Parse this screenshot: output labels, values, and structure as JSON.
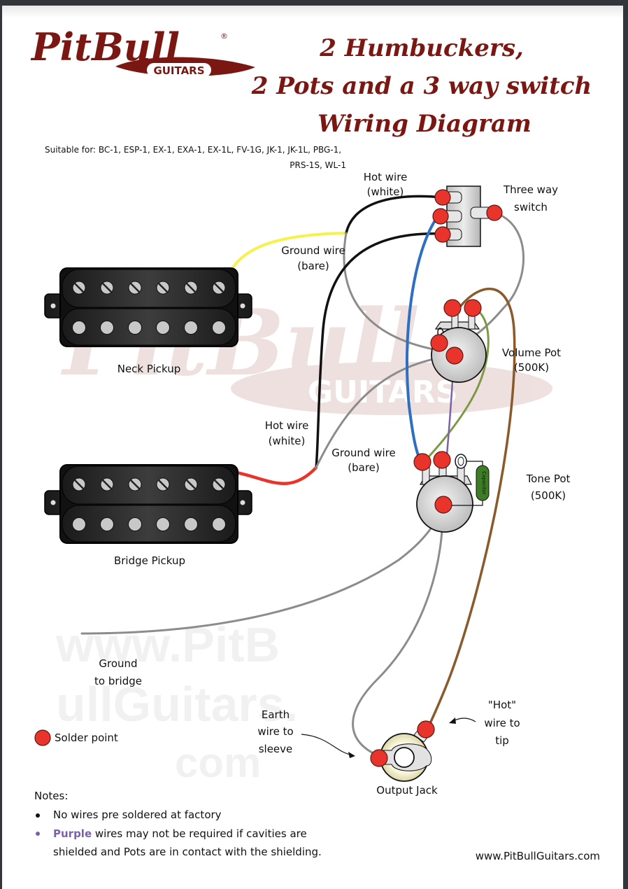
{
  "brand": {
    "logo_text": "PitBull",
    "logo_subtext": "GUITARS",
    "registered_mark": "®",
    "website": "www.PitBullGuitars.com",
    "colors": {
      "brand_red": "#7a1712",
      "solder": "#e8342a"
    }
  },
  "title": {
    "line1": "2 Humbuckers,",
    "line2": "2 Pots and a 3 way switch",
    "line3": "Wiring Diagram"
  },
  "suitable_for": {
    "line1": "Suitable for: BC-1, ESP-1, EX-1, EXA-1, EX-1L, FV-1G, JK-1, JK-1L, PBG-1,",
    "line2": "PRS-1S, WL-1"
  },
  "components": {
    "neck_pickup": "Neck Pickup",
    "bridge_pickup": "Bridge Pickup",
    "switch": {
      "line1": "Three way",
      "line2": "switch"
    },
    "volume_pot": {
      "line1": "Volume Pot",
      "line2": "(500K)"
    },
    "tone_pot": {
      "line1": "Tone Pot",
      "line2": "(500K)"
    },
    "capacitor": "Capacitor",
    "output_jack": "Output Jack"
  },
  "wire_labels": {
    "neck_hot": {
      "line1": "Hot wire",
      "line2": "(white)"
    },
    "neck_ground": {
      "line1": "Ground wire",
      "line2": "(bare)"
    },
    "bridge_hot": {
      "line1": "Hot wire",
      "line2": "(white)"
    },
    "bridge_ground": {
      "line1": "Ground wire",
      "line2": "(bare)"
    },
    "ground_to_bridge": {
      "line1": "Ground",
      "line2": "to bridge"
    },
    "earth_sleeve": {
      "line1": "Earth",
      "line2": "wire to",
      "line3": "sleeve"
    },
    "hot_tip": {
      "line1": "\"Hot\"",
      "line2": "wire to",
      "line3": "tip"
    }
  },
  "wire_colors": {
    "black": "#111111",
    "yellow": "#f7f24a",
    "red": "#e8342a",
    "gray": "#8c8c8c",
    "blue": "#2f6fbf",
    "brown": "#8b5a2b",
    "green": "#7c9a45",
    "purple": "#7b62a8"
  },
  "legend": {
    "solder_point": "Solder point"
  },
  "notes": {
    "heading": "Notes:",
    "item1": "No wires pre soldered at factory",
    "item2_highlight": "Purple",
    "item2_line1": " wires may not be required if cavities are",
    "item2_line2": "shielded and Pots are in contact with the shielding.",
    "highlight_color": "#7b62a8"
  },
  "watermark": {
    "brand": "PitBull",
    "sub": "GUITARS",
    "url": "www.PitBullGuitars.com"
  }
}
